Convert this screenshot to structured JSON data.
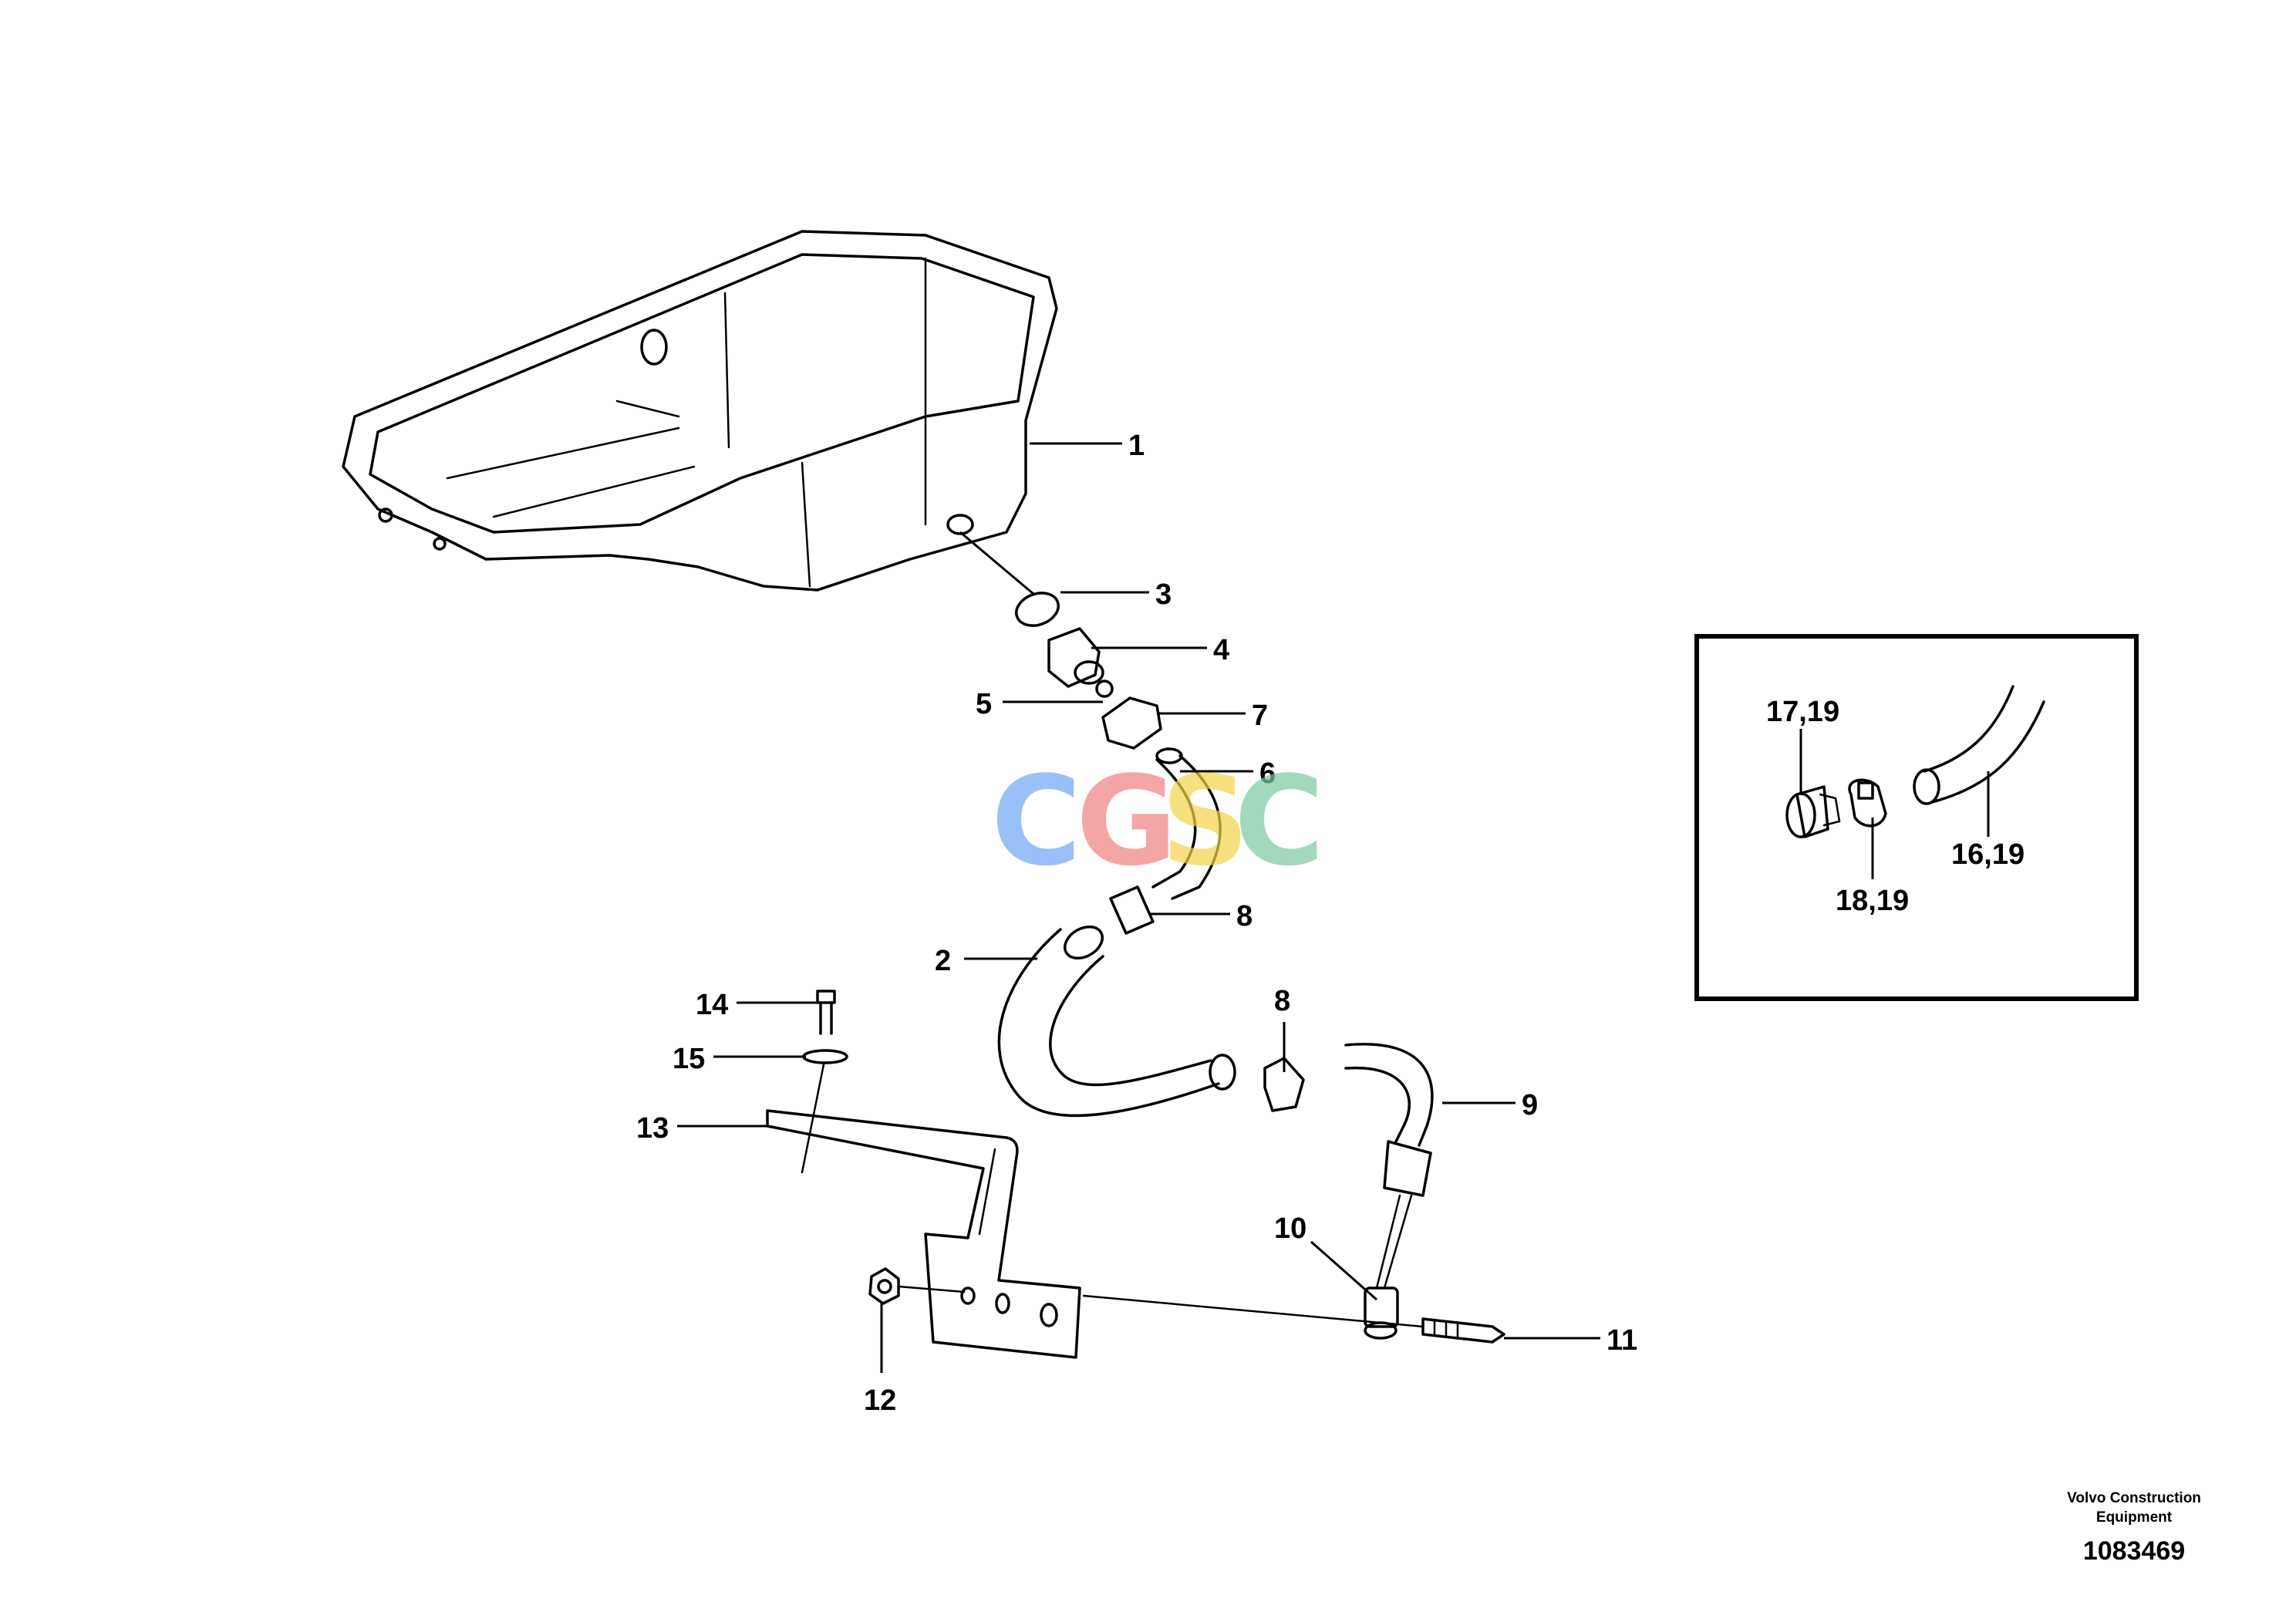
{
  "callouts": {
    "c1": "1",
    "c2": "2",
    "c3": "3",
    "c4": "4",
    "c5": "5",
    "c6": "6",
    "c7": "7",
    "c8a": "8",
    "c8b": "8",
    "c9": "9",
    "c10": "10",
    "c11": "11",
    "c12": "12",
    "c13": "13",
    "c14": "14",
    "c15": "15",
    "c17_19": "17,19",
    "c18_19": "18,19",
    "c16_19": "16,19"
  },
  "footer": {
    "company_line1": "Volvo Construction",
    "company_line2": "Equipment",
    "number": "1083469"
  },
  "watermark": {
    "letters": [
      "C",
      "G",
      "S",
      "C"
    ],
    "colors": [
      "#6fa8f5",
      "#f08080",
      "#f5d34a",
      "#7cc9a0"
    ]
  }
}
